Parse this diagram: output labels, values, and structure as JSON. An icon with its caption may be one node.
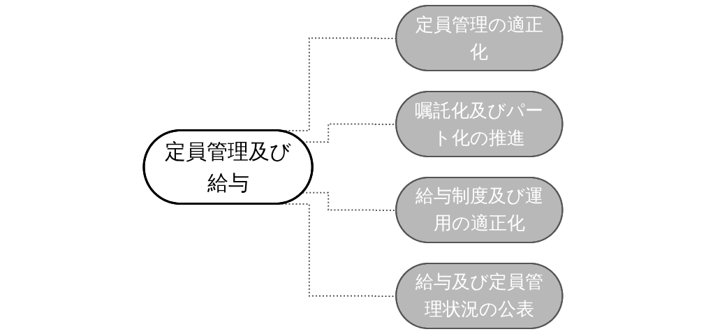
{
  "diagram": {
    "nodes": [
      {
        "text": [
          "定員管理及び給与"
        ]
      },
      {
        "text": [
          "定員管理の適正化"
        ]
      },
      {
        "text": [
          "嘱託化及びパート化の推進"
        ]
      },
      {
        "text": [
          "給与制度及び運用の適正化"
        ]
      },
      {
        "text": [
          "給与及び定員管理状況の公表"
        ]
      }
    ],
    "edges": [
      {
        "from": 0,
        "to": 1,
        "arrow": "none",
        "style": "dashed"
      },
      {
        "from": 0,
        "to": 2,
        "arrow": "none",
        "style": "dashed"
      },
      {
        "from": 0,
        "to": 3,
        "arrow": "none",
        "style": "dashed"
      },
      {
        "from": 0,
        "to": 4,
        "arrow": "none",
        "style": "dashed"
      }
    ]
  }
}
